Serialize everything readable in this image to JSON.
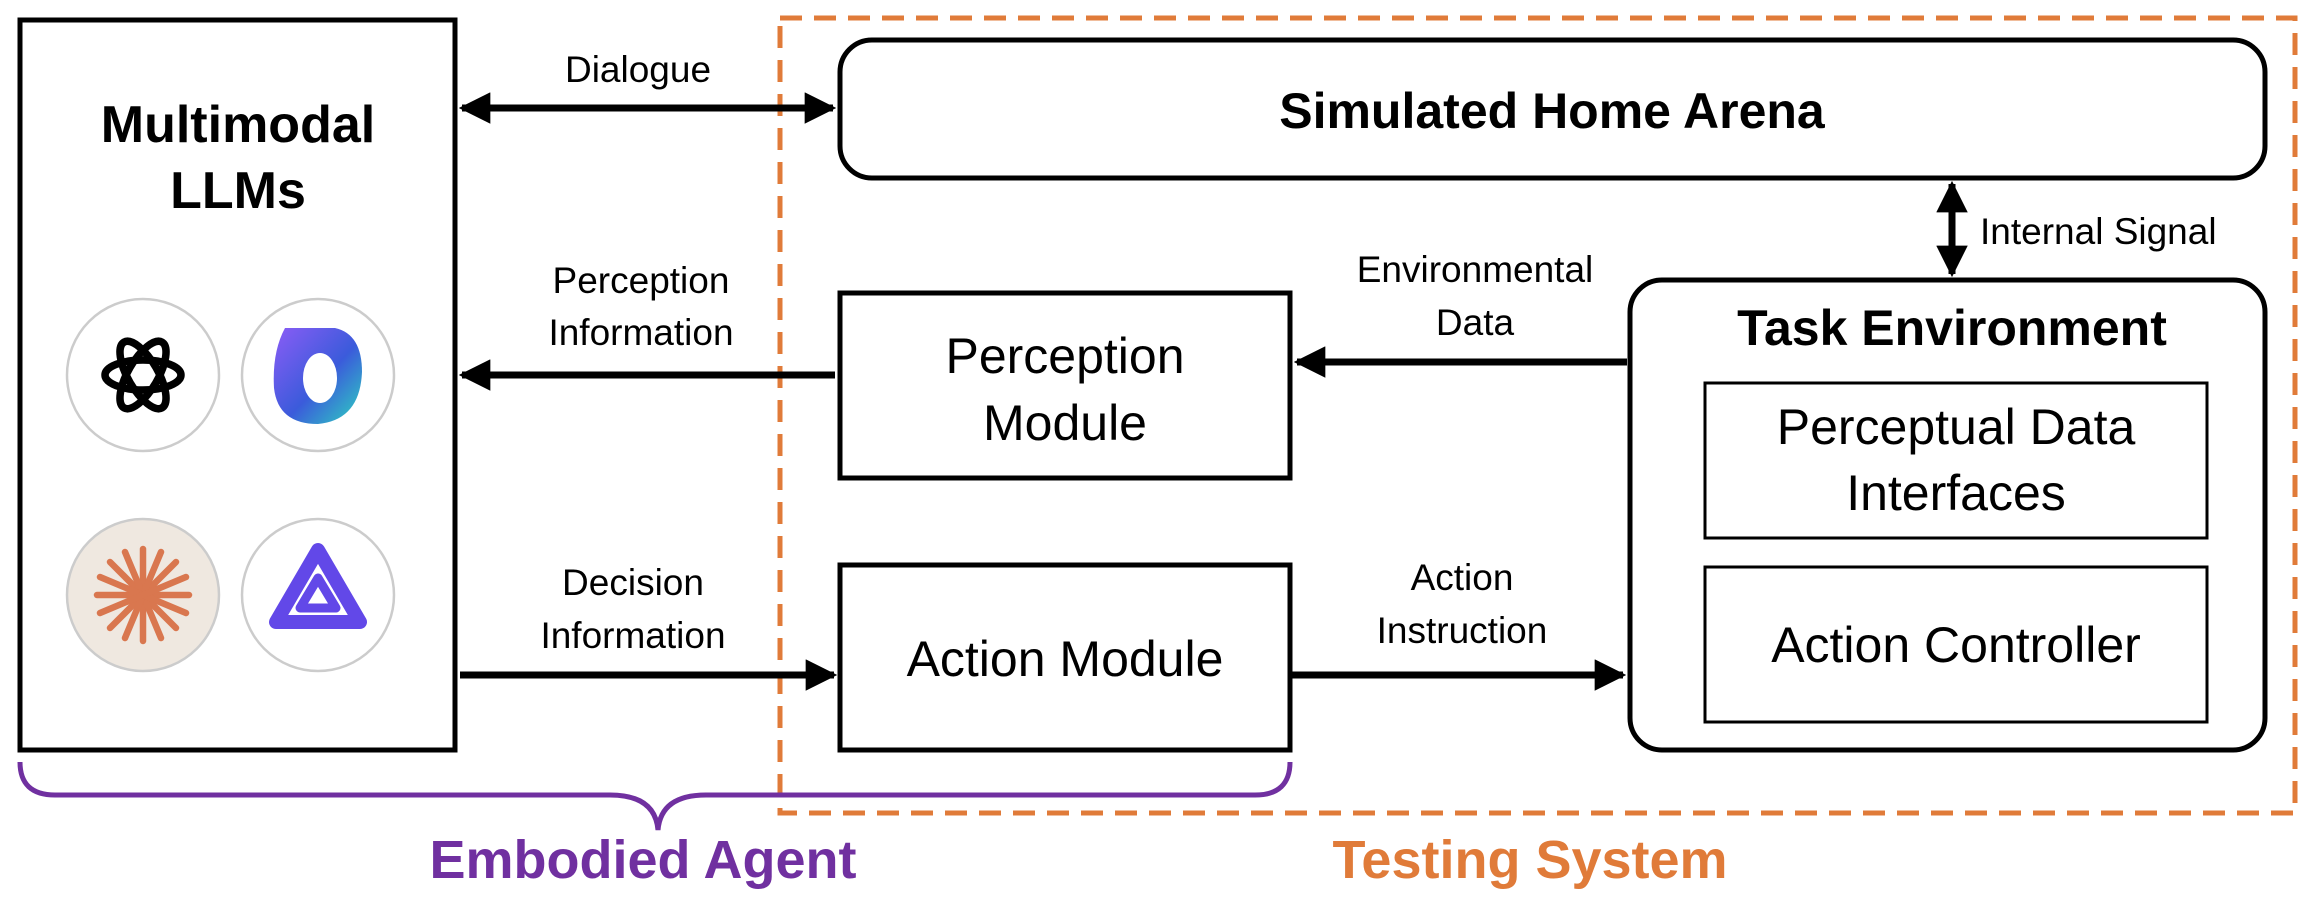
{
  "llm_panel": {
    "title_line1": "Multimodal",
    "title_line2": "LLMs",
    "logos": [
      "openai-logo",
      "gradient-o-logo",
      "sunburst-logo",
      "qwen-logo"
    ]
  },
  "boxes": {
    "arena": "Simulated Home Arena",
    "perception_line1": "Perception",
    "perception_line2": "Module",
    "action": "Action Module",
    "task_env": "Task Environment",
    "perceptual_line1": "Perceptual Data",
    "perceptual_line2": "Interfaces",
    "action_controller": "Action Controller"
  },
  "arrows": {
    "dialogue": "Dialogue",
    "perception_info_line1": "Perception",
    "perception_info_line2": "Information",
    "decision_info_line1": "Decision",
    "decision_info_line2": "Information",
    "env_data_line1": "Environmental",
    "env_data_line2": "Data",
    "action_instr_line1": "Action",
    "action_instr_line2": "Instruction",
    "internal_signal": "Internal Signal"
  },
  "groups": {
    "agent_label": "Embodied Agent",
    "testing_label": "Testing System"
  },
  "colors": {
    "agent": "#7030a0",
    "testing": "#e07b39",
    "logo_ring": "#cccccc",
    "sunburst_bg": "#efe8e0",
    "sunburst": "#d9774f",
    "qwen": "#6248e8"
  }
}
